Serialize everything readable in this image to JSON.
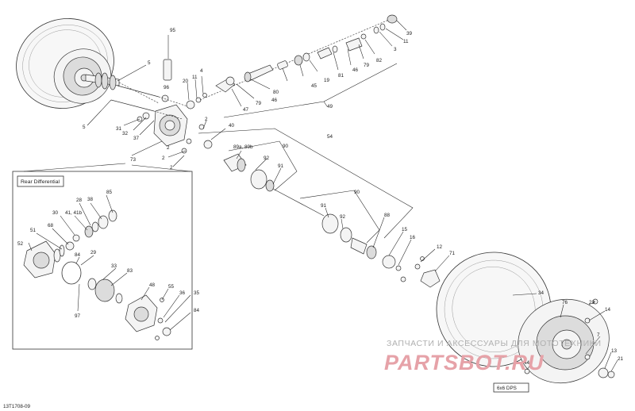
{
  "diagram": {
    "reference_code": "13T1708-09",
    "inset_title": "Rear Differential",
    "variant_label": "6x6 DPS",
    "watermark": {
      "line1": "ЗАПЧАСТИ И АКСЕССУАРЫ ДЛЯ МОТОТЕХНИКИ",
      "line2": "PARTSBOT.RU"
    }
  },
  "callouts": [
    "95",
    "5",
    "20",
    "11",
    "4",
    "96",
    "5",
    "31",
    "32",
    "37",
    "73",
    "2",
    "2",
    "2",
    "2",
    "40",
    "47",
    "79",
    "46",
    "80",
    "45",
    "19",
    "81",
    "46",
    "79",
    "82",
    "3",
    "11",
    "39",
    "49",
    "54",
    "90",
    "89a, 89b",
    "92",
    "91",
    "90",
    "91",
    "92",
    "88",
    "15",
    "16",
    "12",
    "71",
    "34",
    "76",
    "23",
    "14",
    "7",
    "13",
    "21",
    "44",
    "85",
    "38",
    "28",
    "30",
    "41, 41b",
    "51",
    "68",
    "52",
    "84",
    "29",
    "33",
    "83",
    "97",
    "48",
    "55",
    "36",
    "35",
    "84"
  ]
}
